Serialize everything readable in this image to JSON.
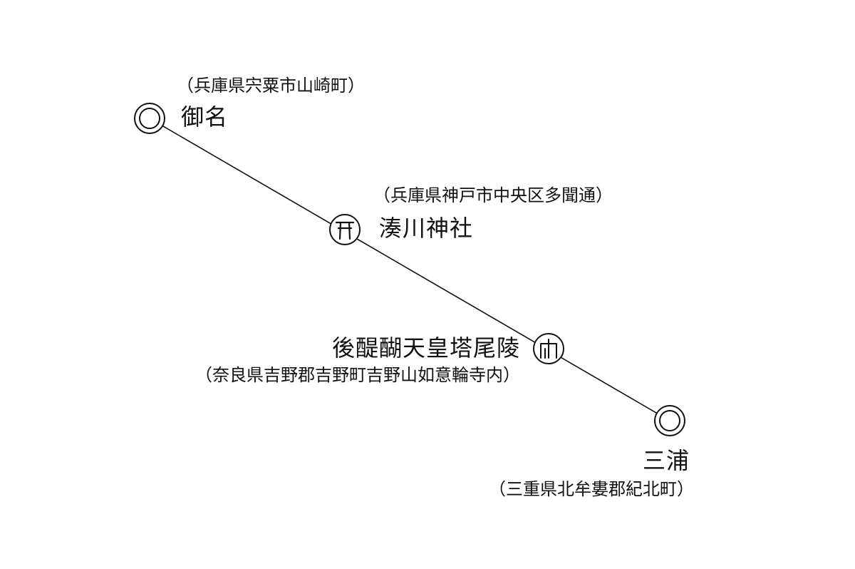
{
  "colors": {
    "ink": "#111111",
    "background": "#ffffff"
  },
  "route": {
    "points": [
      {
        "id": "mina",
        "name": "御名",
        "address": "（兵庫県宍粟市山崎町）",
        "icon": "double-circle-icon"
      },
      {
        "id": "minatogawa",
        "name": "湊川神社",
        "address": "（兵庫県神戸市中央区多聞通）",
        "icon": "shrine-torii-icon"
      },
      {
        "id": "godaigo",
        "name": "後醍醐天皇塔尾陵",
        "address": "（奈良県吉野郡吉野町吉野山如意輪寺内）",
        "icon": "imperial-tomb-icon"
      },
      {
        "id": "miura",
        "name": "三浦",
        "address": "（三重県北牟婁郡紀北町）",
        "icon": "double-circle-icon"
      }
    ]
  }
}
